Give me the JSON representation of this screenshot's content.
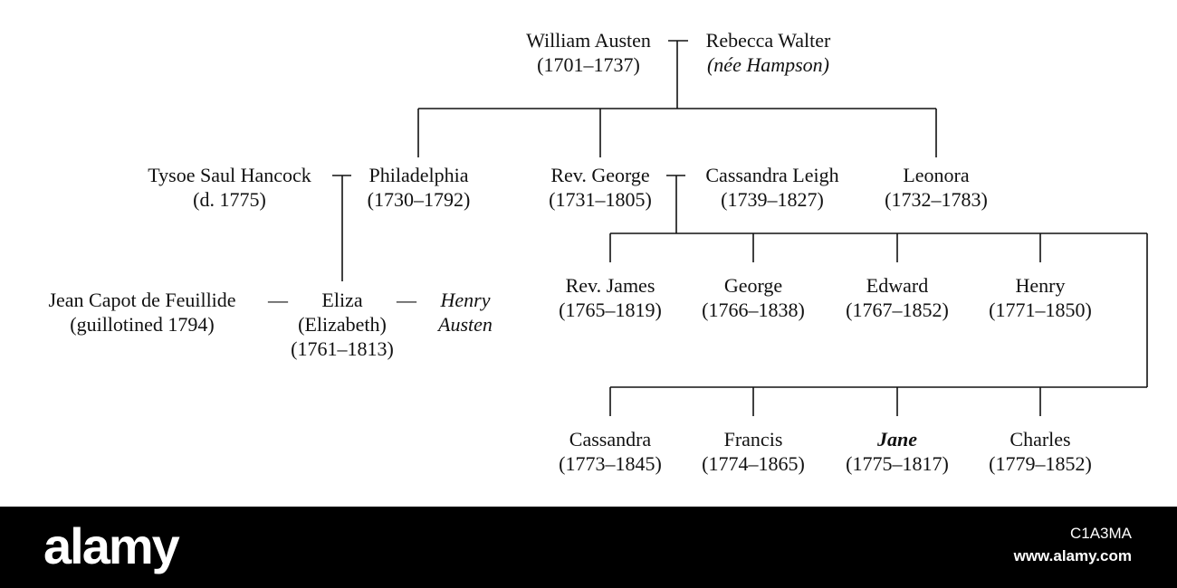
{
  "tree": {
    "william": {
      "name": "William Austen",
      "dates": "(1701–1737)"
    },
    "rebecca": {
      "name": "Rebecca Walter",
      "note": "(née Hampson)"
    },
    "tysoe": {
      "name": "Tysoe Saul Hancock",
      "dates": "(d. 1775)"
    },
    "philadelphia": {
      "name": "Philadelphia",
      "dates": "(1730–1792)"
    },
    "george_sr": {
      "name": "Rev. George",
      "dates": "(1731–1805)"
    },
    "cassandra_leigh": {
      "name": "Cassandra Leigh",
      "dates": "(1739–1827)"
    },
    "leonora": {
      "name": "Leonora",
      "dates": "(1732–1783)"
    },
    "jean": {
      "name": "Jean Capot de Feuillide",
      "dates": "(guillotined 1794)"
    },
    "eliza": {
      "name": "Eliza",
      "alt": "(Elizabeth)",
      "dates": "(1761–1813)"
    },
    "henry_spouse": {
      "name": "Henry",
      "name2": "Austen"
    },
    "james": {
      "name": "Rev. James",
      "dates": "(1765–1819)"
    },
    "george_jr": {
      "name": "George",
      "dates": "(1766–1838)"
    },
    "edward": {
      "name": "Edward",
      "dates": "(1767–1852)"
    },
    "henry": {
      "name": "Henry",
      "dates": "(1771–1850)"
    },
    "cassandra": {
      "name": "Cassandra",
      "dates": "(1773–1845)"
    },
    "francis": {
      "name": "Francis",
      "dates": "(1774–1865)"
    },
    "jane": {
      "name": "Jane",
      "dates": "(1775–1817)"
    },
    "charles": {
      "name": "Charles",
      "dates": "(1779–1852)"
    },
    "marriage_dash": "—"
  },
  "footer": {
    "brand": "alamy",
    "image_id": "C1A3MA",
    "site": "www.alamy.com"
  },
  "colors": {
    "line": "#111111",
    "footer_bg": "#000000",
    "footer_text": "#ffffff"
  }
}
